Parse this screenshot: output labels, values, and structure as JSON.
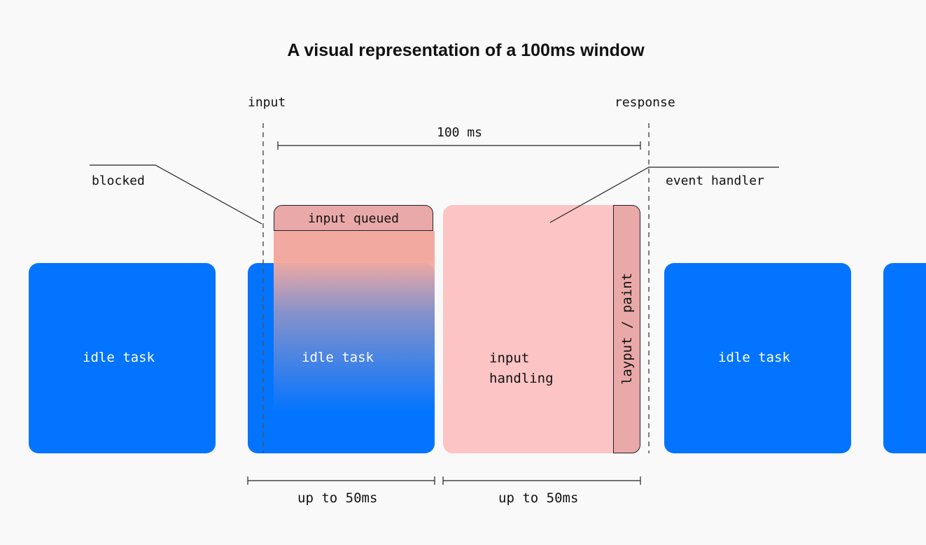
{
  "title": "A visual representation of a 100ms window",
  "markers": {
    "input": "input",
    "response": "response",
    "window": "100 ms"
  },
  "callouts": {
    "blocked": "blocked",
    "event_handler": "event handler"
  },
  "tasks": {
    "idle_1": "idle task",
    "idle_2": "idle task",
    "idle_3": "idle task",
    "input_queued": "input queued",
    "input_handling_line1": "input",
    "input_handling_line2": "handling",
    "layout_paint": "layput / paint"
  },
  "durations": {
    "first": "up to 50ms",
    "second": "up to 50ms"
  },
  "colors": {
    "idle_task": "#0274ff",
    "input_handling": "#fcc4c4",
    "queued_header": "#eaa9a9",
    "background": "#f9f9f9"
  }
}
